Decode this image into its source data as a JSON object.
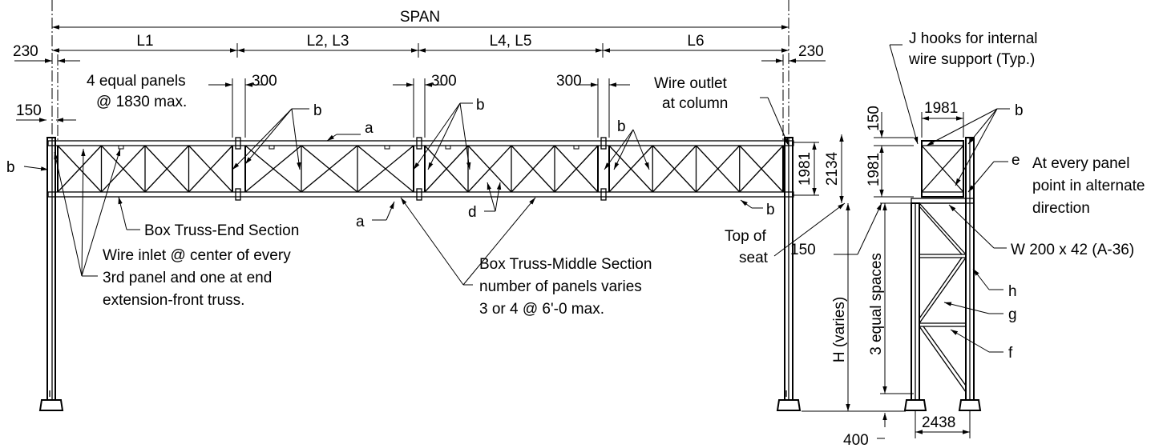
{
  "labels": {
    "span": "SPAN",
    "l1": "L1",
    "l23": "L2, L3",
    "l45": "L4, L5",
    "l6": "L6",
    "d230_left": "230",
    "d230_right": "230",
    "d150_left": "150",
    "d300_a": "300",
    "d300_b": "300",
    "d300_c": "300",
    "panels_1": "4 equal panels",
    "panels_2": "@ 1830 max.",
    "wire_outlet_1": "Wire outlet",
    "wire_outlet_2": "at column",
    "jhooks_1": "J hooks for internal",
    "jhooks_2": "wire support (Typ.)",
    "b": "b",
    "a": "a",
    "d": "d",
    "e": "e",
    "f": "f",
    "g": "g",
    "h": "h",
    "d1981_main": "1981",
    "d2134": "2134",
    "d150_side": "150",
    "d1981_side_v": "1981",
    "d1981_side_h": "1981",
    "d150_top": "150",
    "end_section": "Box Truss-End Section",
    "wire_inlet_1": "Wire inlet @ center of every",
    "wire_inlet_2": "3rd panel and one at end",
    "wire_inlet_3": "extension-front truss.",
    "middle_1": "Box Truss-Middle Section",
    "middle_2": "number of panels varies",
    "middle_3": "3 or 4 @ 6'-0 max.",
    "top_seat_1": "Top of",
    "top_seat_2": "seat",
    "panel_point_1": "At every panel",
    "panel_point_2": "point in alternate",
    "panel_point_3": "direction",
    "w_section": "W 200 x 42 (A-36)",
    "h_varies": "H (varies)",
    "equal_spaces": "3 equal spaces",
    "d400": "400",
    "d2438": "2438"
  }
}
